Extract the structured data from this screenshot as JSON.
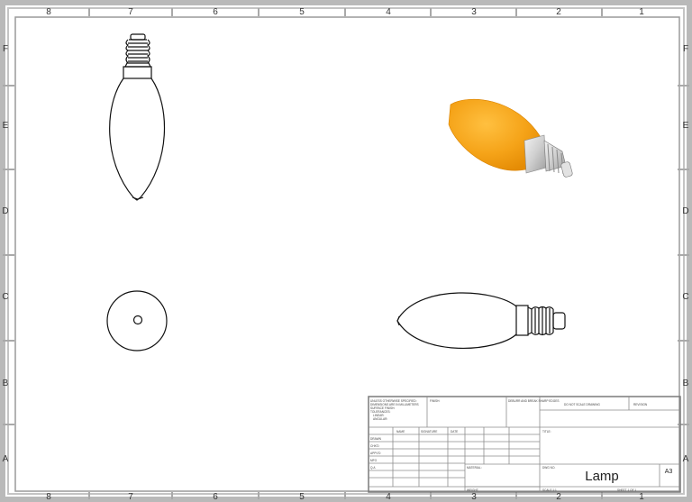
{
  "drawing": {
    "title": "Lamp",
    "sheet_size": "A3"
  },
  "zones": {
    "columns": [
      "8",
      "7",
      "6",
      "5",
      "4",
      "3",
      "2",
      "1"
    ],
    "rows": [
      "F",
      "E",
      "D",
      "C",
      "B",
      "A"
    ]
  },
  "title_block": {
    "fine_print": [
      "UNLESS OTHERWISE SPECIFIED:",
      "DIMENSIONS ARE IN MILLIMETERS",
      "SURFACE FINISH:",
      "TOLERANCES:",
      "LINEAR:",
      "ANGULAR:"
    ],
    "finish_label": "FINISH:",
    "deburr_label": "DEBURR AND BREAK SHARP EDGES",
    "no_scale_label": "DO NOT SCALE DRAWING",
    "revision_label": "REVISION",
    "row_labels": [
      "DRAWN",
      "CHK'D",
      "APPV'D",
      "MFG",
      "Q.A"
    ],
    "column_headers": [
      "NAME",
      "SIGNATURE",
      "DATE"
    ],
    "title_field_label": "TITLE:",
    "material_label": "MATERIAL:",
    "dwg_no_label": "DWG NO.",
    "weight_label": "WEIGHT:",
    "scale_label": "SCALE:1:1",
    "sheet_label": "SHEET 1 OF 1"
  },
  "colors": {
    "border": "#b9b9b9",
    "line": "#111111",
    "shade_orange": "#f5a318",
    "base_silver": "#d8d8d8"
  }
}
